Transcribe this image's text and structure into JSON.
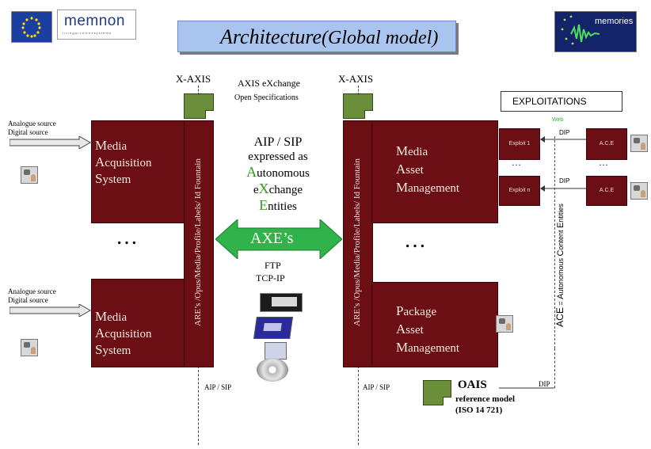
{
  "header": {
    "title_part1": "Architecture",
    "title_part2": "(Global model)",
    "title_bg": "#a9c4ee",
    "logo_left_text": "memnon",
    "logo_left_sub": "l i v i n g   a r c h i v e s   s y s t e m s",
    "logo_right_text": "memories"
  },
  "axes": {
    "left_axis_label": "X-AXIS",
    "right_axis_label": "X-AXIS",
    "exchange_title": "AXIS eXchange",
    "exchange_sub": "Open Specifications"
  },
  "sources": {
    "top_line1": "Analogue source",
    "top_line2": "Digital source",
    "bottom_line1": "Analogue source",
    "bottom_line2": "Digital source"
  },
  "left_systems": {
    "top": {
      "l1_initial": "M",
      "l1_rest": "edia",
      "l2_initial": "A",
      "l2_rest": "cquisition",
      "l3_initial": "S",
      "l3_rest": "ystem"
    },
    "bottom": {
      "l1_initial": "M",
      "l1_rest": "edia",
      "l2_initial": "A",
      "l2_rest": "cquisition",
      "l3_initial": "S",
      "l3_rest": "ystem"
    },
    "ellipsis": "…",
    "vertical_label": "ARE’s /Opus/Media/Profile/Labels/ Id Fountain"
  },
  "center": {
    "aip_sip": "AIP / SIP",
    "expressed_as": "expressed as",
    "autonomous_initial": "A",
    "autonomous_rest": "utonomous",
    "exchange_pre": "e",
    "exchange_initial": "X",
    "exchange_rest": "change",
    "entities_initial": "E",
    "entities_rest": "ntities",
    "axe_label": "AXE’s",
    "ftp": "FTP",
    "tcpip": "TCP-IP"
  },
  "right_systems": {
    "vertical_label": "ARE’s /Opus/Media/Profile/Labels/ Id Fountain",
    "top": {
      "l1_initial": "M",
      "l1_rest": "edia",
      "l2_initial": "A",
      "l2_rest": "sset",
      "l3_initial": "M",
      "l3_rest": "anagement"
    },
    "ellipsis": "…",
    "bottom": {
      "l1_initial": "P",
      "l1_rest": "ackage",
      "l2_initial": "A",
      "l2_rest": "sset",
      "l3_initial": "M",
      "l3_rest": "anagement"
    }
  },
  "exploitations": {
    "title": "EXPLOITATIONS",
    "web": "Web",
    "dip_top": "DIP",
    "dip_mid": "DIP",
    "exploit1": "Exploit 1",
    "exploitn": "Exploit n",
    "dots1": "…",
    "dots2": "…",
    "acce1": "A.C.E",
    "acce2": "A.C.E",
    "ace_label": "ACE",
    "ace_eq": " = ",
    "ace_a": "A",
    "ace_a_rest": "utonomous ",
    "ace_c": "C",
    "ace_c_rest": "ontent ",
    "ace_e": "E",
    "ace_e_rest": "ntities"
  },
  "bottom": {
    "aip_left": "AIP / SIP",
    "aip_right": "AIP / SIP",
    "oais": "OAIS",
    "ref_model": "reference model",
    "iso": "(ISO 14 721)",
    "dip": "DIP"
  },
  "colors": {
    "maroon": "#6b0f14",
    "green_arrow": "#2fb34a",
    "green_text": "#3a9a1a",
    "folder_green": "#6b8e3a"
  }
}
